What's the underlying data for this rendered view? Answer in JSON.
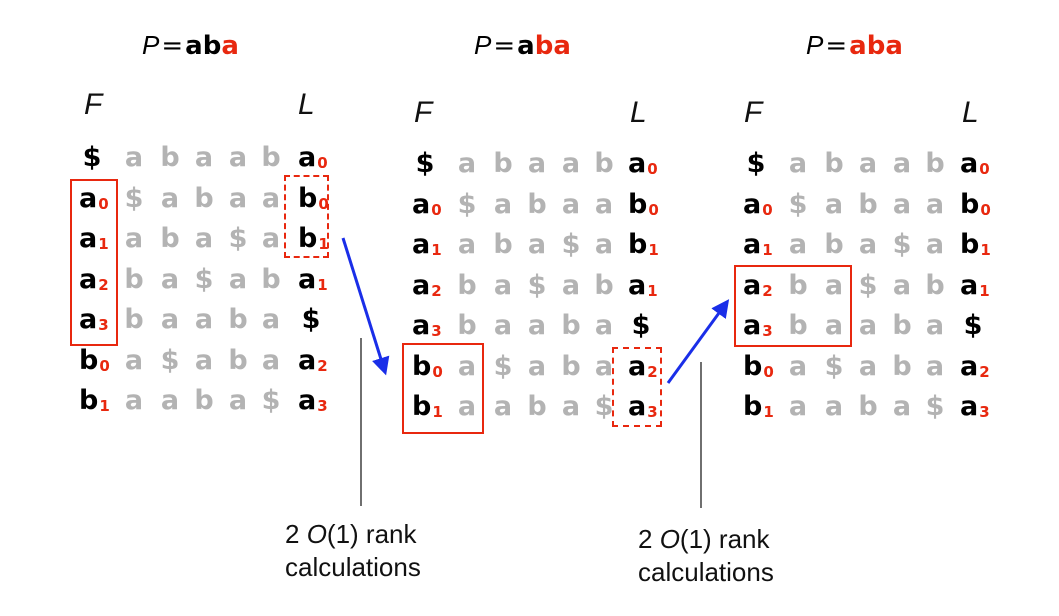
{
  "panels": [
    {
      "title": {
        "var": "P",
        "eq": "=",
        "chars": [
          {
            "c": "a",
            "color": "#000000"
          },
          {
            "c": "b",
            "color": "#000000"
          },
          {
            "c": "a",
            "color": "#e8280f"
          }
        ]
      },
      "f_header": "F",
      "l_header": "L",
      "rows": [
        [
          {
            "c": "$",
            "s": ""
          },
          {
            "c": "a",
            "s": ""
          },
          {
            "c": "b",
            "s": ""
          },
          {
            "c": "a",
            "s": ""
          },
          {
            "c": "a",
            "s": ""
          },
          {
            "c": "b",
            "s": ""
          },
          {
            "c": "a",
            "s": "0"
          }
        ],
        [
          {
            "c": "a",
            "s": "0"
          },
          {
            "c": "$",
            "s": ""
          },
          {
            "c": "a",
            "s": ""
          },
          {
            "c": "b",
            "s": ""
          },
          {
            "c": "a",
            "s": ""
          },
          {
            "c": "a",
            "s": ""
          },
          {
            "c": "b",
            "s": "0"
          }
        ],
        [
          {
            "c": "a",
            "s": "1"
          },
          {
            "c": "a",
            "s": ""
          },
          {
            "c": "b",
            "s": ""
          },
          {
            "c": "a",
            "s": ""
          },
          {
            "c": "$",
            "s": ""
          },
          {
            "c": "a",
            "s": ""
          },
          {
            "c": "b",
            "s": "1"
          }
        ],
        [
          {
            "c": "a",
            "s": "2"
          },
          {
            "c": "b",
            "s": ""
          },
          {
            "c": "a",
            "s": ""
          },
          {
            "c": "$",
            "s": ""
          },
          {
            "c": "a",
            "s": ""
          },
          {
            "c": "b",
            "s": ""
          },
          {
            "c": "a",
            "s": "1"
          }
        ],
        [
          {
            "c": "a",
            "s": "3"
          },
          {
            "c": "b",
            "s": ""
          },
          {
            "c": "a",
            "s": ""
          },
          {
            "c": "a",
            "s": ""
          },
          {
            "c": "b",
            "s": ""
          },
          {
            "c": "a",
            "s": ""
          },
          {
            "c": "$",
            "s": ""
          }
        ],
        [
          {
            "c": "b",
            "s": "0"
          },
          {
            "c": "a",
            "s": ""
          },
          {
            "c": "$",
            "s": ""
          },
          {
            "c": "a",
            "s": ""
          },
          {
            "c": "b",
            "s": ""
          },
          {
            "c": "a",
            "s": ""
          },
          {
            "c": "a",
            "s": "2"
          }
        ],
        [
          {
            "c": "b",
            "s": "1"
          },
          {
            "c": "a",
            "s": ""
          },
          {
            "c": "a",
            "s": ""
          },
          {
            "c": "b",
            "s": ""
          },
          {
            "c": "a",
            "s": ""
          },
          {
            "c": "$",
            "s": ""
          },
          {
            "c": "a",
            "s": "3"
          }
        ]
      ]
    },
    {
      "title": {
        "var": "P",
        "eq": "=",
        "chars": [
          {
            "c": "a",
            "color": "#000000"
          },
          {
            "c": "b",
            "color": "#e8280f"
          },
          {
            "c": "a",
            "color": "#e8280f"
          }
        ]
      },
      "f_header": "F",
      "l_header": "L",
      "rows": [
        [
          {
            "c": "$",
            "s": ""
          },
          {
            "c": "a",
            "s": ""
          },
          {
            "c": "b",
            "s": ""
          },
          {
            "c": "a",
            "s": ""
          },
          {
            "c": "a",
            "s": ""
          },
          {
            "c": "b",
            "s": ""
          },
          {
            "c": "a",
            "s": "0"
          }
        ],
        [
          {
            "c": "a",
            "s": "0"
          },
          {
            "c": "$",
            "s": ""
          },
          {
            "c": "a",
            "s": ""
          },
          {
            "c": "b",
            "s": ""
          },
          {
            "c": "a",
            "s": ""
          },
          {
            "c": "a",
            "s": ""
          },
          {
            "c": "b",
            "s": "0"
          }
        ],
        [
          {
            "c": "a",
            "s": "1"
          },
          {
            "c": "a",
            "s": ""
          },
          {
            "c": "b",
            "s": ""
          },
          {
            "c": "a",
            "s": ""
          },
          {
            "c": "$",
            "s": ""
          },
          {
            "c": "a",
            "s": ""
          },
          {
            "c": "b",
            "s": "1"
          }
        ],
        [
          {
            "c": "a",
            "s": "2"
          },
          {
            "c": "b",
            "s": ""
          },
          {
            "c": "a",
            "s": ""
          },
          {
            "c": "$",
            "s": ""
          },
          {
            "c": "a",
            "s": ""
          },
          {
            "c": "b",
            "s": ""
          },
          {
            "c": "a",
            "s": "1"
          }
        ],
        [
          {
            "c": "a",
            "s": "3"
          },
          {
            "c": "b",
            "s": ""
          },
          {
            "c": "a",
            "s": ""
          },
          {
            "c": "a",
            "s": ""
          },
          {
            "c": "b",
            "s": ""
          },
          {
            "c": "a",
            "s": ""
          },
          {
            "c": "$",
            "s": ""
          }
        ],
        [
          {
            "c": "b",
            "s": "0"
          },
          {
            "c": "a",
            "s": ""
          },
          {
            "c": "$",
            "s": ""
          },
          {
            "c": "a",
            "s": ""
          },
          {
            "c": "b",
            "s": ""
          },
          {
            "c": "a",
            "s": ""
          },
          {
            "c": "a",
            "s": "2"
          }
        ],
        [
          {
            "c": "b",
            "s": "1"
          },
          {
            "c": "a",
            "s": ""
          },
          {
            "c": "a",
            "s": ""
          },
          {
            "c": "b",
            "s": ""
          },
          {
            "c": "a",
            "s": ""
          },
          {
            "c": "$",
            "s": ""
          },
          {
            "c": "a",
            "s": "3"
          }
        ]
      ]
    },
    {
      "title": {
        "var": "P",
        "eq": "=",
        "chars": [
          {
            "c": "a",
            "color": "#e8280f"
          },
          {
            "c": "b",
            "color": "#e8280f"
          },
          {
            "c": "a",
            "color": "#e8280f"
          }
        ]
      },
      "f_header": "F",
      "l_header": "L",
      "rows": [
        [
          {
            "c": "$",
            "s": ""
          },
          {
            "c": "a",
            "s": ""
          },
          {
            "c": "b",
            "s": ""
          },
          {
            "c": "a",
            "s": ""
          },
          {
            "c": "a",
            "s": ""
          },
          {
            "c": "b",
            "s": ""
          },
          {
            "c": "a",
            "s": "0"
          }
        ],
        [
          {
            "c": "a",
            "s": "0"
          },
          {
            "c": "$",
            "s": ""
          },
          {
            "c": "a",
            "s": ""
          },
          {
            "c": "b",
            "s": ""
          },
          {
            "c": "a",
            "s": ""
          },
          {
            "c": "a",
            "s": ""
          },
          {
            "c": "b",
            "s": "0"
          }
        ],
        [
          {
            "c": "a",
            "s": "1"
          },
          {
            "c": "a",
            "s": ""
          },
          {
            "c": "b",
            "s": ""
          },
          {
            "c": "a",
            "s": ""
          },
          {
            "c": "$",
            "s": ""
          },
          {
            "c": "a",
            "s": ""
          },
          {
            "c": "b",
            "s": "1"
          }
        ],
        [
          {
            "c": "a",
            "s": "2"
          },
          {
            "c": "b",
            "s": ""
          },
          {
            "c": "a",
            "s": ""
          },
          {
            "c": "$",
            "s": ""
          },
          {
            "c": "a",
            "s": ""
          },
          {
            "c": "b",
            "s": ""
          },
          {
            "c": "a",
            "s": "1"
          }
        ],
        [
          {
            "c": "a",
            "s": "3"
          },
          {
            "c": "b",
            "s": ""
          },
          {
            "c": "a",
            "s": ""
          },
          {
            "c": "a",
            "s": ""
          },
          {
            "c": "b",
            "s": ""
          },
          {
            "c": "a",
            "s": ""
          },
          {
            "c": "$",
            "s": ""
          }
        ],
        [
          {
            "c": "b",
            "s": "0"
          },
          {
            "c": "a",
            "s": ""
          },
          {
            "c": "$",
            "s": ""
          },
          {
            "c": "a",
            "s": ""
          },
          {
            "c": "b",
            "s": ""
          },
          {
            "c": "a",
            "s": ""
          },
          {
            "c": "a",
            "s": "2"
          }
        ],
        [
          {
            "c": "b",
            "s": "1"
          },
          {
            "c": "a",
            "s": ""
          },
          {
            "c": "a",
            "s": ""
          },
          {
            "c": "b",
            "s": ""
          },
          {
            "c": "a",
            "s": ""
          },
          {
            "c": "$",
            "s": ""
          },
          {
            "c": "a",
            "s": "3"
          }
        ]
      ]
    }
  ],
  "notes": [
    {
      "prefix": "2 ",
      "big_o": "O",
      "after": "(1) rank",
      "line2": "calculations"
    },
    {
      "prefix": "2 ",
      "big_o": "O",
      "after": "(1) rank",
      "line2": "calculations"
    }
  ],
  "colors": {
    "accent": "#e8280f",
    "arrow": "#1a2ee8",
    "muted": "#b3b3b3"
  }
}
